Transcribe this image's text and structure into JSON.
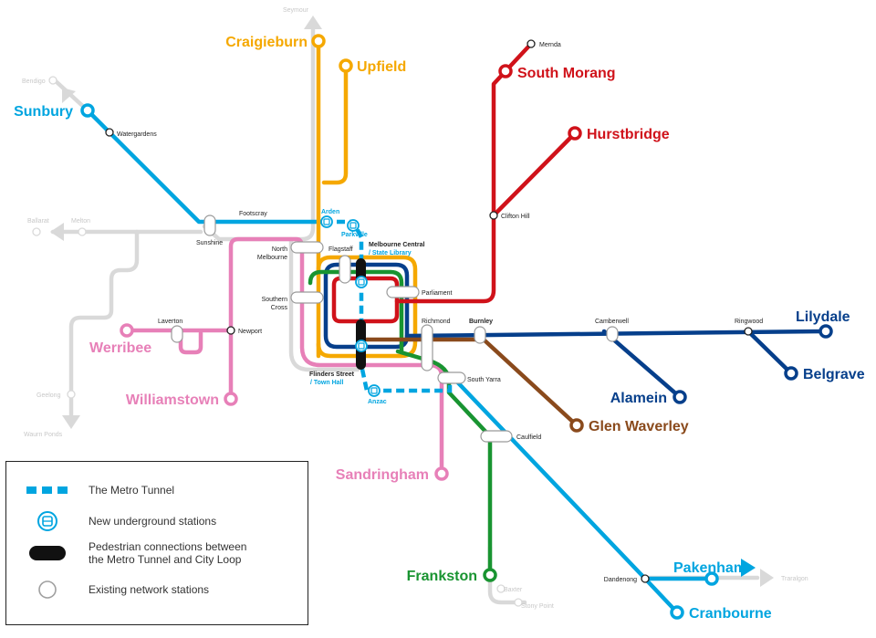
{
  "colors": {
    "sunbury": "#00a5e0",
    "craigieburn": "#f5a800",
    "mernda": "#d0121a",
    "lilydale": "#063f8b",
    "glen_waverley": "#8a4a1c",
    "werribee": "#e780b8",
    "frankston": "#199431",
    "regional": "#d9d9d9",
    "metro_tunnel": "#00a5e0",
    "connection": "#111111"
  },
  "terminals": {
    "craigieburn": "Craigieburn",
    "upfield": "Upfield",
    "south_morang": "South Morang",
    "hurstbridge": "Hurstbridge",
    "sunbury": "Sunbury",
    "lilydale": "Lilydale",
    "belgrave": "Belgrave",
    "alamein": "Alamein",
    "glen_waverley": "Glen Waverley",
    "werribee": "Werribee",
    "williamstown": "Williamstown",
    "sandringham": "Sandringham",
    "frankston": "Frankston",
    "pakenham": "Pakenham",
    "cranbourne": "Cranbourne"
  },
  "stations": {
    "mernda": "Mernda",
    "watergardens": "Watergardens",
    "footscray": "Footscray",
    "sunshine": "Sunshine",
    "clifton_hill": "Clifton Hill",
    "north_melbourne_1": "North",
    "north_melbourne_2": "Melbourne",
    "flagstaff": "Flagstaff",
    "melbourne_central": "Melbourne Central",
    "parliament": "Parliament",
    "southern_cross_1": "Southern",
    "southern_cross_2": "Cross",
    "flinders_street": "Flinders Street",
    "richmond": "Richmond",
    "burnley": "Burnley",
    "camberwell": "Camberwell",
    "ringwood": "Ringwood",
    "laverton": "Laverton",
    "newport": "Newport",
    "south_yarra": "South Yarra",
    "caulfield": "Caulfield",
    "dandenong": "Dandenong"
  },
  "new_stations": {
    "arden": "Arden",
    "parkville": "Parkville",
    "state_library": "/ State Library",
    "town_hall": "/ Town Hall",
    "anzac": "Anzac"
  },
  "regional_stations": {
    "seymour": "Seymour",
    "bendigo": "Bendigo",
    "ballarat": "Ballarat",
    "melton": "Melton",
    "geelong": "Geelong",
    "waurn_ponds": "Waurn Ponds",
    "baxter": "Baxter",
    "stony_point": "Stony Point",
    "traralgon": "Traralgon"
  },
  "legend": {
    "metro_tunnel": "The Metro Tunnel",
    "new_stations": "New underground stations",
    "pedestrian_line1": "Pedestrian connections between",
    "pedestrian_line2": "the Metro Tunnel and City Loop",
    "existing": "Existing network stations"
  }
}
